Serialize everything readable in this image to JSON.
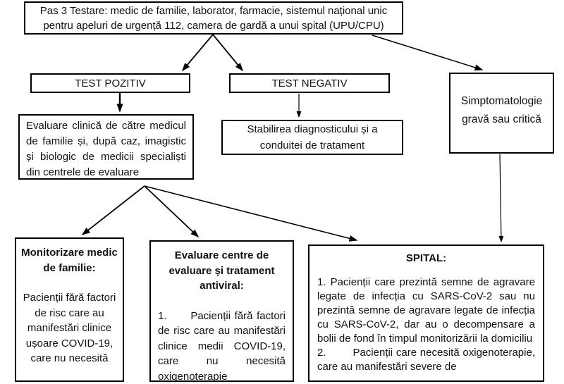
{
  "page": {
    "background": "#ffffff",
    "ink": "#111111",
    "line_color": "#000000"
  },
  "flowchart": {
    "top_box": {
      "lines": [
        "Pas 3 Testare: medic de familie, laborator,  farmacie, sistemul național unic",
        "pentru apeluri de urgență 112, camera de gardă a unui spital (UPU/CPU)"
      ]
    },
    "test_pozitiv": {
      "label": "TEST POZITIV"
    },
    "test_negativ": {
      "label": "TEST NEGATIV"
    },
    "simptomatologie": {
      "text": "Simptomatologie gravă sau critică"
    },
    "evaluare_clinica": {
      "text": "Evaluare clinică de către medicul de familie și, după caz, imagistic și biologic de medicii specialiști din centrele de evaluare"
    },
    "stabilire": {
      "lines": [
        "Stabilirea diagnosticului și a",
        "conduitei de tratament"
      ]
    },
    "monitorizare": {
      "title": "Monitorizare medic de familie:",
      "body": "Pacienții fără factori de risc care au manifestări clinice ușoare COVID-19, care nu necesită"
    },
    "centre_evaluare": {
      "title": "Evaluare centre de evaluare și tratament antiviral:",
      "body": "1.      Pacienții fără factori de risc care au manifestări clinice medii COVID-19, care nu necesită oxigenoterapie"
    },
    "spital": {
      "title": "SPITAL:",
      "item1": "1. Pacienții care prezintă semne de agravare legate de infecția cu SARS-CoV-2 sau nu prezintă semne de agravare legate de infecția cu SARS-CoV-2, dar au o decompensare a bolii de fond în timpul monitorizării la domiciliu",
      "item2": "2.        Pacienții care necesită oxigenoterapie, care au manifestări severe de"
    }
  }
}
